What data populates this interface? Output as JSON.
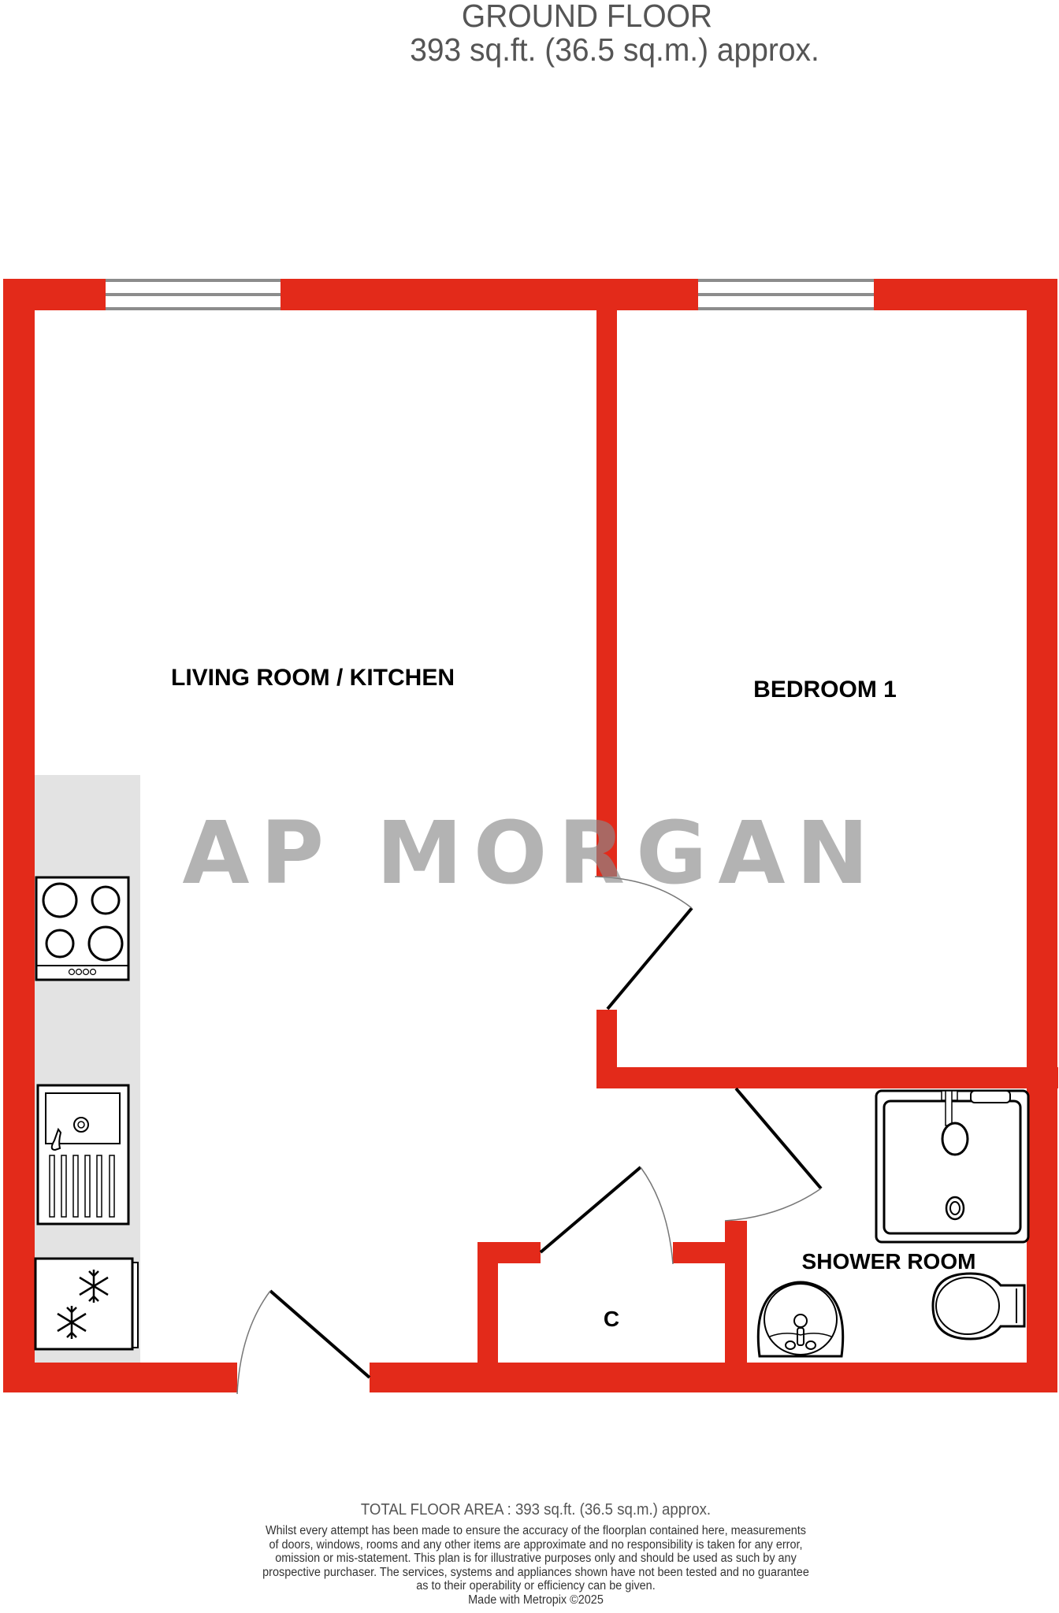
{
  "header": {
    "floor_name": "GROUND FLOOR",
    "floor_area": "393 sq.ft. (36.5 sq.m.) approx."
  },
  "rooms": {
    "living": "LIVING ROOM / KITCHEN",
    "bedroom": "BEDROOM 1",
    "shower": "SHOWER ROOM",
    "cupboard": "C"
  },
  "watermark": "AP MORGAN",
  "colors": {
    "wall": "#E32A1A",
    "counter": "#E3E3E3",
    "window_line": "#8C8C8C",
    "fixture_stroke": "#000000",
    "text_gray": "#555555",
    "watermark": "#8A8A8A"
  },
  "icons": {
    "hob": "hob-icon",
    "sink": "sink-icon",
    "fridge": "fridge-freezer-icon",
    "shower_tray": "shower-tray-icon",
    "basin": "wash-basin-icon",
    "toilet": "toilet-icon"
  },
  "footer": {
    "total": "TOTAL FLOOR AREA : 393 sq.ft. (36.5 sq.m.) approx.",
    "disclaimer_lines": [
      "Whilst every attempt has been made to ensure the accuracy of the floorplan contained here, measurements",
      "of doors, windows, rooms and any other items are approximate and no responsibility is taken for any error,",
      "omission or mis-statement. This plan is for illustrative purposes only and should be used as such by any",
      "prospective purchaser. The services, systems and appliances shown have not been tested and no guarantee",
      "as to their operability or efficiency can be given."
    ],
    "made_with": "Made with Metropix ©2025"
  }
}
